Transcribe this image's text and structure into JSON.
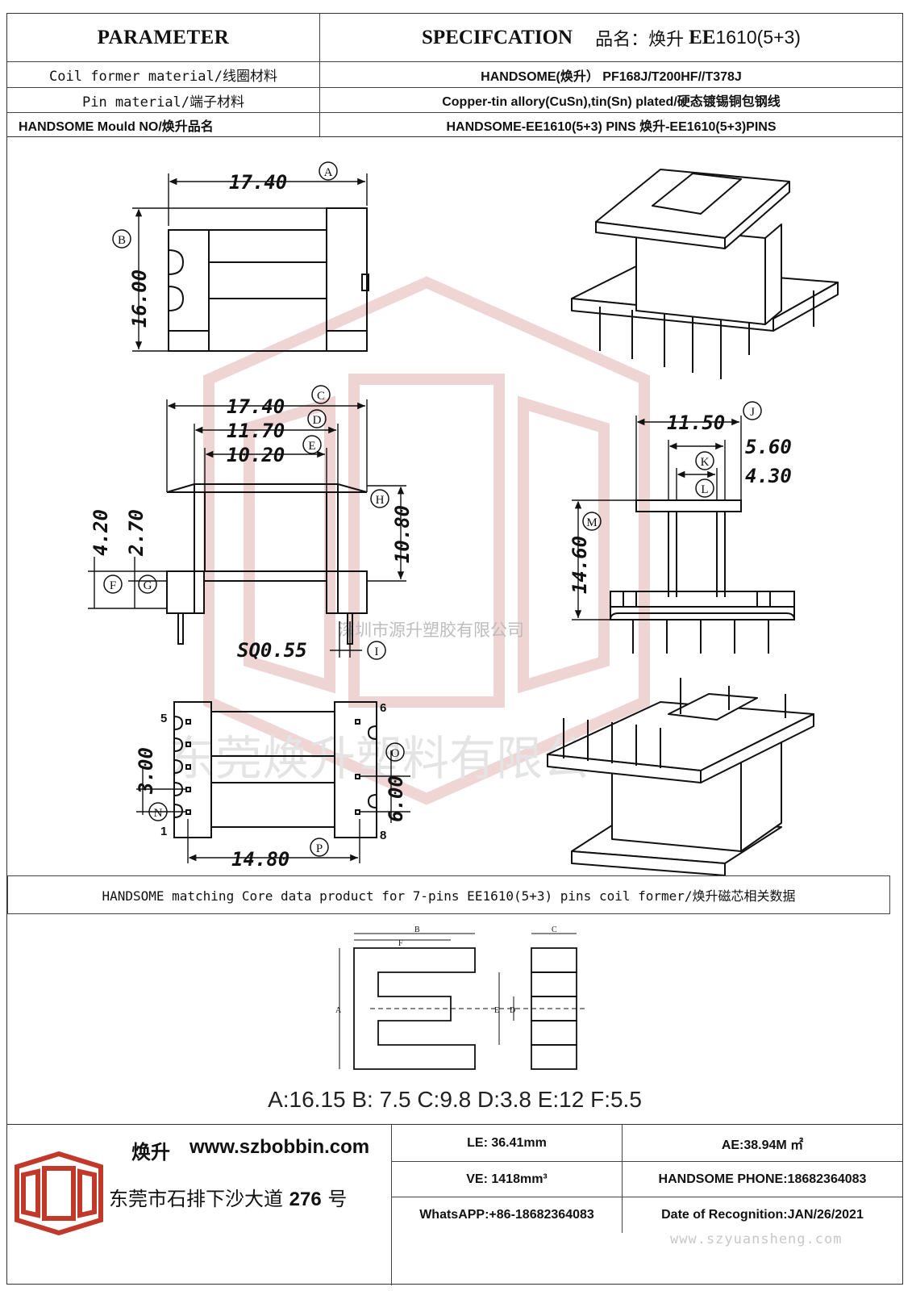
{
  "header": {
    "param_title": "PARAMETER",
    "spec_title": "SPECIFCATION",
    "product_label": "品名：焕升",
    "product_model_bold": "EE",
    "product_model": "1610(5+3)"
  },
  "rows": [
    {
      "label": "Coil former material/线圈材料",
      "value": "HANDSOME(焕升）  PF168J/T200HF//T378J"
    },
    {
      "label": "Pin material/端子材料",
      "value": "Copper-tin allory(CuSn),tin(Sn) plated/硬态镀锡铜包钢线"
    },
    {
      "label": "HANDSOME Mould NO/焕升品名",
      "value": "HANDSOME-EE1610(5+3) PINS    焕升-EE1610(5+3)PINS"
    }
  ],
  "dimensions": {
    "A": "17.40",
    "B": "16.00",
    "C": "17.40",
    "D": "11.70",
    "E": "10.20",
    "F": "4.20",
    "G": "2.70",
    "H": "10.80",
    "I": "SQ0.55",
    "J": "11.50",
    "K": "5.60",
    "L": "4.30",
    "M": "14.60",
    "N": "3.00",
    "O": "6.00",
    "P": "14.80"
  },
  "labels": {
    "A": "A",
    "B": "B",
    "C": "C",
    "D": "D",
    "E": "E",
    "F": "F",
    "G": "G",
    "H": "H",
    "I": "I",
    "J": "J",
    "K": "K",
    "L": "L",
    "M": "M",
    "N": "N",
    "O": "O",
    "P": "P"
  },
  "pins": {
    "p1": "1",
    "p5": "5",
    "p6": "6",
    "p8": "8"
  },
  "watermark": {
    "company_cn_1": "深圳市源升塑胶有限公司",
    "company_cn_2": "东莞焕升塑料有限公司",
    "url": "www.szyuansheng.com"
  },
  "core": {
    "title": "HANDSOME matching Core data  product for 7-pins EE1610(5+3) pins coil former/焕升磁芯相关数据",
    "letters": {
      "A": "A",
      "B": "B",
      "C": "C",
      "D": "D",
      "E": "E",
      "F": "F"
    },
    "values_text": "A:16.15 B: 7.5 C:9.8 D:3.8 E:12 F:5.5"
  },
  "footer": {
    "brand": "焕升",
    "website": "www.szbobbin.com",
    "address_cn": "东莞市石排下沙大道",
    "address_no": "276",
    "address_suffix": "号",
    "le": "LE: 36.41mm",
    "ae": "AE:38.94M ㎡",
    "ve": "VE: 1418mm³",
    "phone": "HANDSOME PHONE:18682364083",
    "whatsapp": "WhatsAPP:+86-18682364083",
    "date": "Date of Recognition:JAN/26/2021"
  },
  "colors": {
    "watermark_red": "#e9b8b8",
    "logo_red": "#c0392b",
    "line": "#111111"
  }
}
